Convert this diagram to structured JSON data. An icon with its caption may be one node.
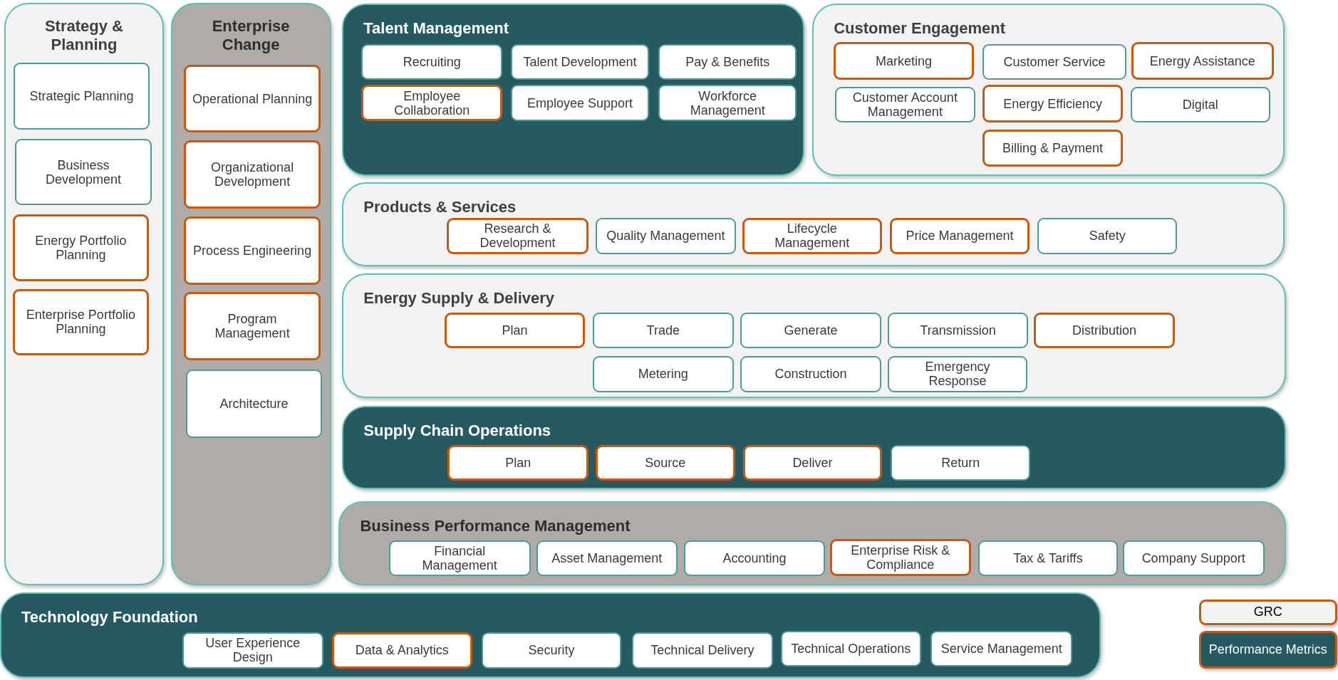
{
  "diagram": {
    "nodes": [
      {
        "text": [
          "Strategy & Planning"
        ]
      },
      {
        "text": [
          "Strategic Planning"
        ],
        "in": 0
      },
      {
        "text": [
          "Business Development"
        ],
        "in": 0
      },
      {
        "text": [
          "Energy Portfolio Planning"
        ],
        "in": 0
      },
      {
        "text": [
          "Enterprise Portfolio Planning"
        ],
        "in": 0
      },
      {
        "text": [
          "Enterprise Change"
        ]
      },
      {
        "text": [
          "Operational Planning"
        ],
        "in": 5
      },
      {
        "text": [
          "Organizational Development"
        ],
        "in": 5
      },
      {
        "text": [
          "Process Engineering"
        ],
        "in": 5
      },
      {
        "text": [
          "Program Management"
        ],
        "in": 5
      },
      {
        "text": [
          "Architecture"
        ],
        "in": 5
      },
      {
        "text": [
          "Talent Management"
        ]
      },
      {
        "text": [
          "Recruiting"
        ],
        "in": 11
      },
      {
        "text": [
          "Talent Development"
        ],
        "in": 11
      },
      {
        "text": [
          "Pay & Benefits"
        ],
        "in": 11
      },
      {
        "text": [
          "Employee Collaboration"
        ],
        "in": 11
      },
      {
        "text": [
          "Employee Support"
        ],
        "in": 11
      },
      {
        "text": [
          "Workforce Management"
        ],
        "in": 11
      },
      {
        "text": [
          "Customer Engagement"
        ]
      },
      {
        "text": [
          "Marketing"
        ],
        "in": 18
      },
      {
        "text": [
          "Customer Service"
        ],
        "in": 18
      },
      {
        "text": [
          "Energy Assistance"
        ],
        "in": 18
      },
      {
        "text": [
          "Customer Account Management"
        ],
        "in": 18
      },
      {
        "text": [
          "Energy Efficiency"
        ],
        "in": 18
      },
      {
        "text": [
          "Digital"
        ],
        "in": 18
      },
      {
        "text": [
          "Billing & Payment"
        ],
        "in": 18
      },
      {
        "text": [
          "Products & Services"
        ]
      },
      {
        "text": [
          "Research & Development"
        ],
        "in": 26
      },
      {
        "text": [
          "Quality Management"
        ],
        "in": 26
      },
      {
        "text": [
          "Lifecycle Management"
        ],
        "in": 26
      },
      {
        "text": [
          "Price Management"
        ],
        "in": 26
      },
      {
        "text": [
          "Safety"
        ],
        "in": 26
      },
      {
        "text": [
          "Energy Supply & Delivery"
        ]
      },
      {
        "text": [
          "Plan"
        ],
        "in": 32
      },
      {
        "text": [
          "Trade"
        ],
        "in": 32
      },
      {
        "text": [
          "Generate"
        ],
        "in": 32
      },
      {
        "text": [
          "Transmission"
        ],
        "in": 32
      },
      {
        "text": [
          "Distribution"
        ],
        "in": 32
      },
      {
        "text": [
          "Metering"
        ],
        "in": 32
      },
      {
        "text": [
          "Construction"
        ],
        "in": 32
      },
      {
        "text": [
          "Emergency Response"
        ],
        "in": 32
      },
      {
        "text": [
          "Supply Chain Operations"
        ]
      },
      {
        "text": [
          "Plan"
        ],
        "in": 41
      },
      {
        "text": [
          "Source"
        ],
        "in": 41
      },
      {
        "text": [
          "Deliver"
        ],
        "in": 41
      },
      {
        "text": [
          "Return"
        ],
        "in": 41
      },
      {
        "text": [
          "Business Performance Management"
        ]
      },
      {
        "text": [
          "Financial Management"
        ],
        "in": 46
      },
      {
        "text": [
          "Asset Management"
        ],
        "in": 46
      },
      {
        "text": [
          "Accounting"
        ],
        "in": 46
      },
      {
        "text": [
          "Enterprise Risk & Compliance"
        ],
        "in": 46
      },
      {
        "text": [
          "Tax & Tariffs"
        ],
        "in": 46
      },
      {
        "text": [
          "Company Support"
        ],
        "in": 46
      },
      {
        "text": [
          "Technology Foundation"
        ]
      },
      {
        "text": [
          "User Experience Design"
        ],
        "in": 53
      },
      {
        "text": [
          "Data & Analytics"
        ],
        "in": 53
      },
      {
        "text": [
          "Security"
        ],
        "in": 53
      },
      {
        "text": [
          "Technical Delivery"
        ],
        "in": 53
      },
      {
        "text": [
          "Technical Operations"
        ],
        "in": 53
      },
      {
        "text": [
          "Service Management"
        ],
        "in": 53
      }
    ],
    "edges": [],
    "legend": [
      {
        "text": "GRC"
      },
      {
        "text": "Performance Metrics"
      }
    ]
  }
}
